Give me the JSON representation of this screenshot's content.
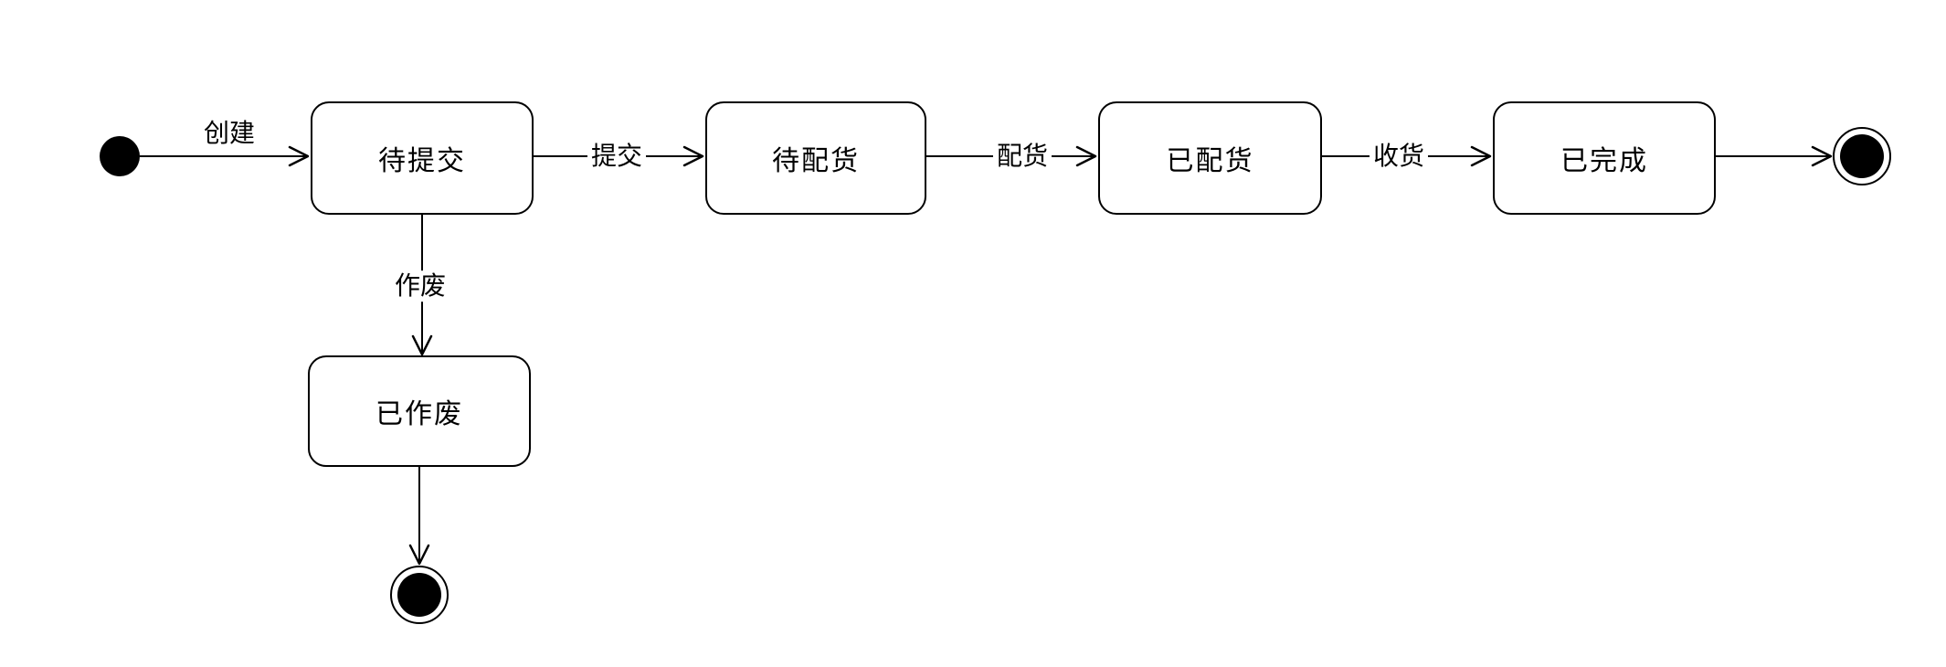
{
  "diagram": {
    "type": "uml-state-diagram",
    "background_color": "#ffffff",
    "stroke_color": "#000000",
    "text_color": "#000000",
    "states": [
      {
        "label": "待提交"
      },
      {
        "label": "待配货"
      },
      {
        "label": "已配货"
      },
      {
        "label": "已完成"
      },
      {
        "label": "已作废"
      }
    ],
    "pseudostates": {
      "initial_count": 1,
      "final_count": 2
    },
    "transitions": [
      {
        "from": "initial",
        "to": "待提交",
        "label": "创建"
      },
      {
        "from": "待提交",
        "to": "待配货",
        "label": "提交"
      },
      {
        "from": "待配货",
        "to": "已配货",
        "label": "配货"
      },
      {
        "from": "已配货",
        "to": "已完成",
        "label": "收货"
      },
      {
        "from": "已完成",
        "to": "final",
        "label": ""
      },
      {
        "from": "待提交",
        "to": "已作废",
        "label": "作废"
      },
      {
        "from": "已作废",
        "to": "final",
        "label": ""
      }
    ]
  }
}
